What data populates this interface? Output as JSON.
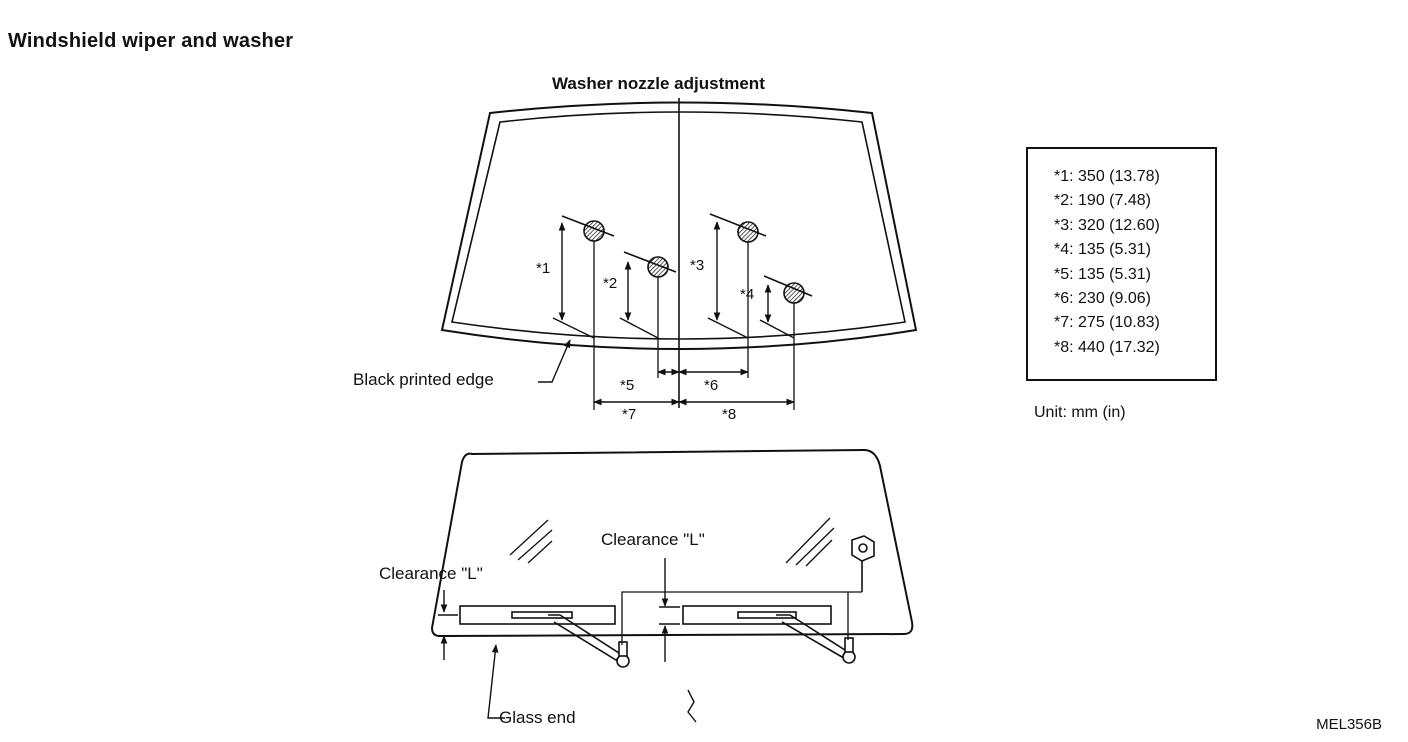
{
  "title": "Windshield wiper and washer",
  "top_figure": {
    "caption": "Washer nozzle adjustment",
    "edge_label": "Black printed edge",
    "dim_markers": [
      "*1",
      "*2",
      "*3",
      "*4",
      "*5",
      "*6",
      "*7",
      "*8"
    ]
  },
  "legend": {
    "rows": [
      "*1: 350 (13.78)",
      "*2: 190 (7.48)",
      "*3: 320 (12.60)",
      "*4: 135 (5.31)",
      "*5: 135 (5.31)",
      "*6: 230 (9.06)",
      "*7: 275 (10.83)",
      "*8: 440 (17.32)"
    ],
    "unit": "Unit: mm (in)"
  },
  "bottom_figure": {
    "clearance_left": "Clearance \"L\"",
    "clearance_right": "Clearance \"L\"",
    "glass_end": "Glass end"
  },
  "figure_code": "MEL356B",
  "colors": {
    "ink": "#111111",
    "paper": "#ffffff"
  }
}
